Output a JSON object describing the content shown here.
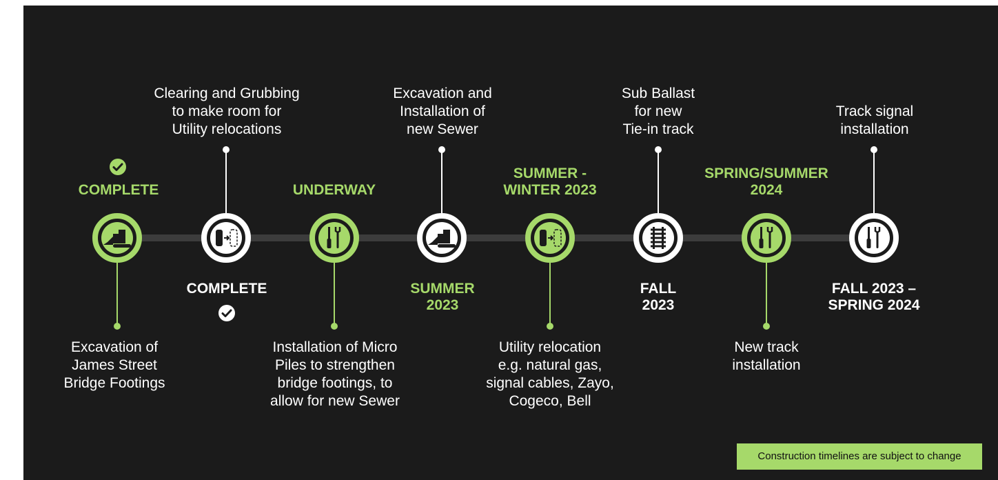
{
  "milestones": [
    {
      "description": "Excavation of\nJames Street\nBridge Footings",
      "status": "COMPLETE",
      "icon": "bulldozer-icon",
      "ring": "green"
    },
    {
      "description": "Clearing and Grubbing\nto make room for\nUtility relocations",
      "status": "COMPLETE",
      "icon": "utility-relocation-icon",
      "ring": "white"
    },
    {
      "description": "Installation of Micro\nPiles to strengthen\nbridge footings, to\nallow for new Sewer",
      "status": "UNDERWAY",
      "icon": "tools-icon",
      "ring": "green"
    },
    {
      "description": "Excavation and\nInstallation of\nnew Sewer",
      "status": "SUMMER\n2023",
      "icon": "bulldozer-icon",
      "ring": "white"
    },
    {
      "description": "Utility relocation\ne.g. natural gas,\nsignal cables, Zayo,\nCogeco, Bell",
      "status": "SUMMER -\nWINTER 2023",
      "icon": "utility-relocation-icon",
      "ring": "green"
    },
    {
      "description": "Sub Ballast\nfor new\nTie-in track",
      "status": "FALL\n2023",
      "icon": "rail-track-icon",
      "ring": "white"
    },
    {
      "description": "New track\ninstallation",
      "status": "SPRING/SUMMER\n2024",
      "icon": "tools-icon",
      "ring": "green"
    },
    {
      "description": "Track signal\ninstallation",
      "status": "FALL 2023 –\nSPRING 2024",
      "icon": "tools-icon",
      "ring": "white"
    }
  ],
  "footer_note": "Construction timelines are subject to change",
  "colors": {
    "accent": "#a6d96a",
    "background": "#1b1b1b",
    "text": "#ffffff",
    "line": "#3c3c3c"
  }
}
